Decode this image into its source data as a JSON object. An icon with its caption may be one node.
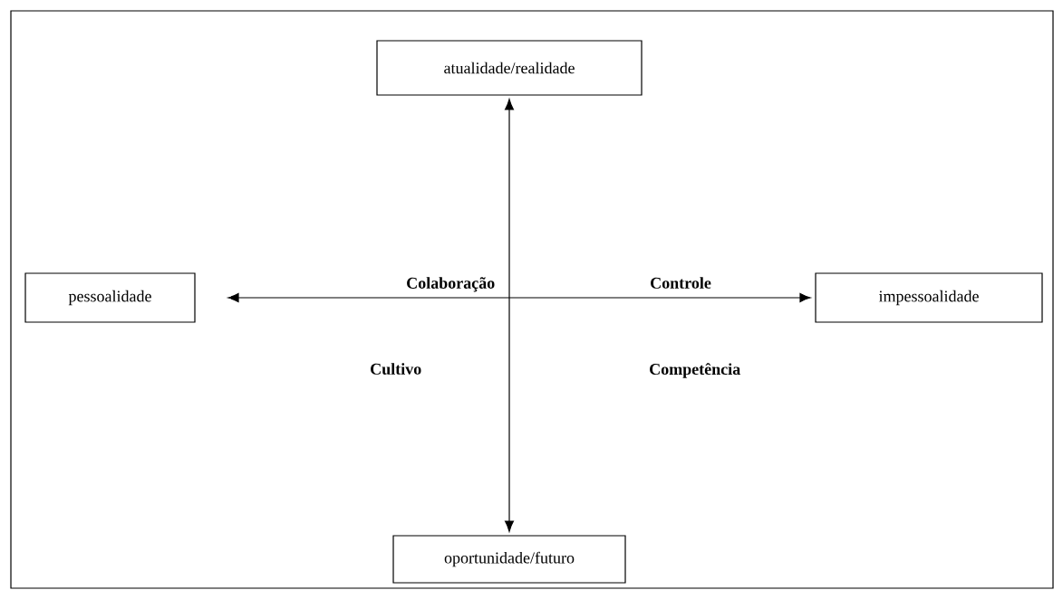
{
  "diagram": {
    "nodes": [
      {
        "text": [
          "atualidade/realidade"
        ]
      },
      {
        "text": [
          "pessoalidade"
        ]
      },
      {
        "text": [
          "impessoalidade"
        ]
      },
      {
        "text": [
          "oportunidade/futuro"
        ]
      }
    ],
    "edges": [
      {
        "from": 0,
        "to": 3,
        "arrow": "both"
      },
      {
        "from": 1,
        "to": 2,
        "arrow": "both"
      }
    ],
    "labels": [
      "Colaboração",
      "Controle",
      "Cultivo",
      "Competência"
    ]
  }
}
